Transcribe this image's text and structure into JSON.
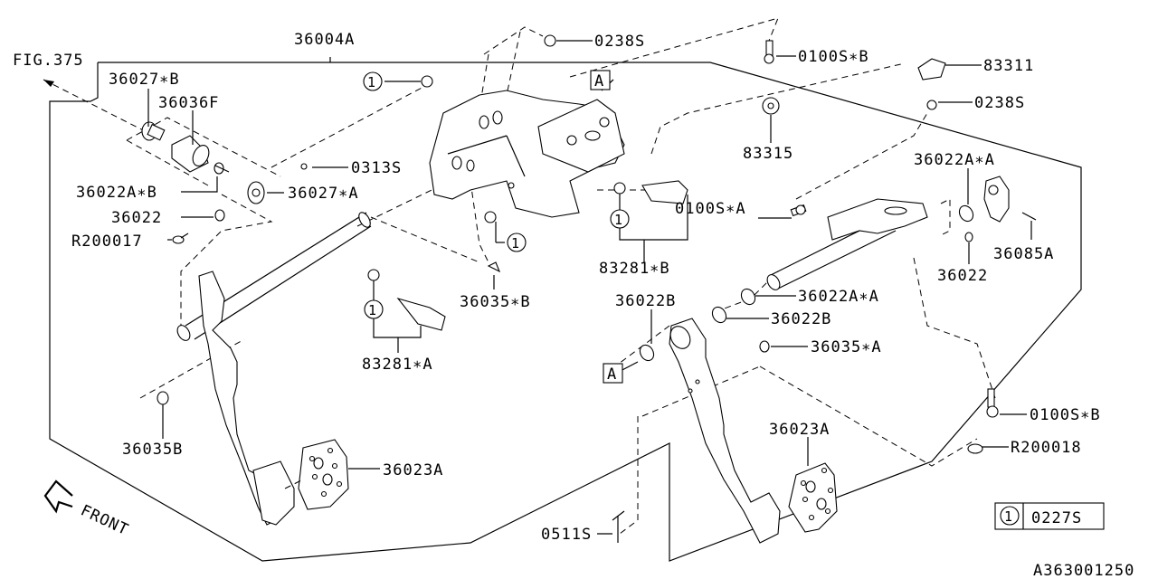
{
  "diagram": {
    "title_ref": "FIG.375",
    "drawing_number": "A363001250",
    "orientation_label": "FRONT",
    "legend": {
      "symbol": "1",
      "part": "0227S"
    },
    "reference_markers": [
      "A",
      "A"
    ],
    "callouts": [
      {
        "id": "36004A",
        "label": "36004A"
      },
      {
        "id": "36027B",
        "label": "36027∗B"
      },
      {
        "id": "36036F",
        "label": "36036F"
      },
      {
        "id": "0313S",
        "label": "0313S"
      },
      {
        "id": "36022AB",
        "label": "36022A∗B"
      },
      {
        "id": "36027A",
        "label": "36027∗A"
      },
      {
        "id": "36022-left",
        "label": "36022"
      },
      {
        "id": "R200017",
        "label": "R200017"
      },
      {
        "id": "0238S-top",
        "label": "0238S"
      },
      {
        "id": "0100SB-top",
        "label": "0100S∗B"
      },
      {
        "id": "83311",
        "label": "83311"
      },
      {
        "id": "0238S-right",
        "label": "0238S"
      },
      {
        "id": "83315",
        "label": "83315"
      },
      {
        "id": "36022AA-top",
        "label": "36022A∗A"
      },
      {
        "id": "0100SA",
        "label": "0100S∗A"
      },
      {
        "id": "36085A",
        "label": "36085A"
      },
      {
        "id": "36022-right",
        "label": "36022"
      },
      {
        "id": "83281B",
        "label": "83281∗B"
      },
      {
        "id": "36035B-star",
        "label": "36035∗B"
      },
      {
        "id": "83281A",
        "label": "83281∗A"
      },
      {
        "id": "36022B-left",
        "label": "36022B"
      },
      {
        "id": "36022AA-mid",
        "label": "36022A∗A"
      },
      {
        "id": "36022B-mid",
        "label": "36022B"
      },
      {
        "id": "36035A",
        "label": "36035∗A"
      },
      {
        "id": "36035B",
        "label": "36035B"
      },
      {
        "id": "36023A-left",
        "label": "36023A"
      },
      {
        "id": "36023A-right",
        "label": "36023A"
      },
      {
        "id": "0100SB-bottom",
        "label": "0100S∗B"
      },
      {
        "id": "R200018",
        "label": "R200018"
      },
      {
        "id": "0511S",
        "label": "0511S"
      }
    ],
    "circle_refs": [
      "1",
      "1",
      "1",
      "1"
    ]
  }
}
